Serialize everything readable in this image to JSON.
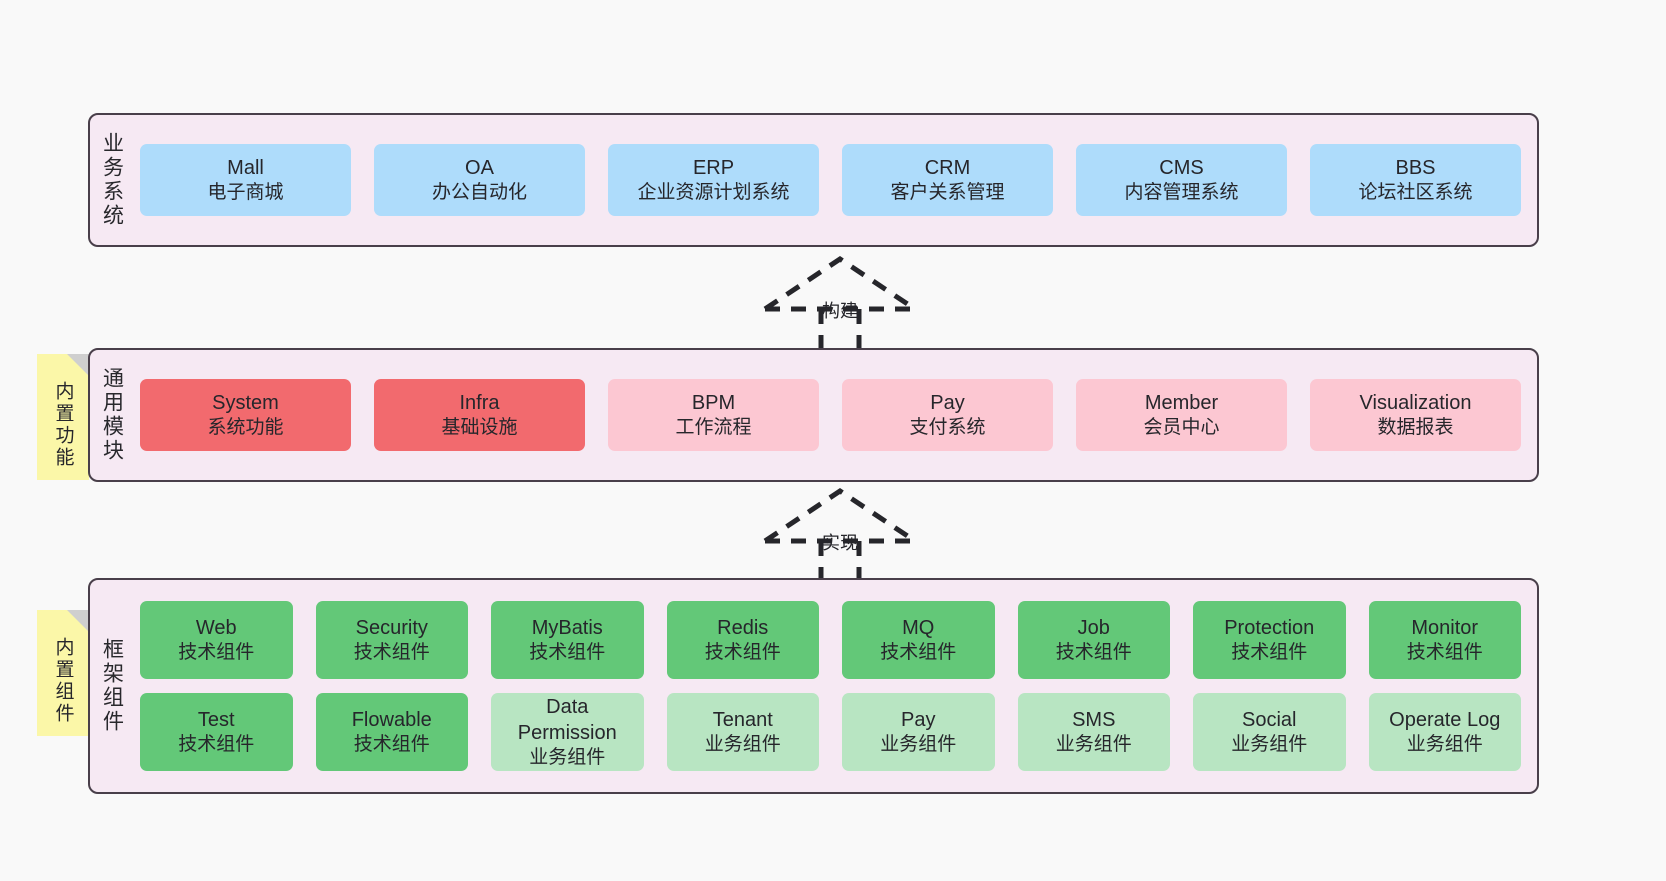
{
  "page": {
    "background": "#f9f9f9",
    "border_color": "#493f4a",
    "container_background": "#f6e9f3"
  },
  "palette": {
    "blue": "#aedcfb",
    "red": "#f26a6e",
    "pink": "#fcc7d2",
    "green": "#63c878",
    "light_green": "#b8e5c2",
    "note_yellow": "#fbf7a8",
    "note_fold": "#cfcfcf"
  },
  "layers": {
    "business": {
      "title": "业务系统",
      "cards": [
        {
          "en": "Mall",
          "cn": "电子商城",
          "color": "blue"
        },
        {
          "en": "OA",
          "cn": "办公自动化",
          "color": "blue"
        },
        {
          "en": "ERP",
          "cn": "企业资源计划系统",
          "color": "blue"
        },
        {
          "en": "CRM",
          "cn": "客户关系管理",
          "color": "blue"
        },
        {
          "en": "CMS",
          "cn": "内容管理系统",
          "color": "blue"
        },
        {
          "en": "BBS",
          "cn": "论坛社区系统",
          "color": "blue"
        }
      ]
    },
    "common": {
      "title": "通用模块",
      "note": "内置功能",
      "cards": [
        {
          "en": "System",
          "cn": "系统功能",
          "color": "red"
        },
        {
          "en": "Infra",
          "cn": "基础设施",
          "color": "red"
        },
        {
          "en": "BPM",
          "cn": "工作流程",
          "color": "pink"
        },
        {
          "en": "Pay",
          "cn": "支付系统",
          "color": "pink"
        },
        {
          "en": "Member",
          "cn": "会员中心",
          "color": "pink"
        },
        {
          "en": "Visualization",
          "cn": "数据报表",
          "color": "pink"
        }
      ]
    },
    "framework": {
      "title": "框架组件",
      "note": "内置组件",
      "row1": [
        {
          "en": "Web",
          "cn": "技术组件",
          "color": "green"
        },
        {
          "en": "Security",
          "cn": "技术组件",
          "color": "green"
        },
        {
          "en": "MyBatis",
          "cn": "技术组件",
          "color": "green"
        },
        {
          "en": "Redis",
          "cn": "技术组件",
          "color": "green"
        },
        {
          "en": "MQ",
          "cn": "技术组件",
          "color": "green"
        },
        {
          "en": "Job",
          "cn": "技术组件",
          "color": "green"
        },
        {
          "en": "Protection",
          "cn": "技术组件",
          "color": "green"
        },
        {
          "en": "Monitor",
          "cn": "技术组件",
          "color": "green"
        }
      ],
      "row2": [
        {
          "en": "Test",
          "cn": "技术组件",
          "color": "green"
        },
        {
          "en": "Flowable",
          "cn": "技术组件",
          "color": "green"
        },
        {
          "en": "Data Permission",
          "cn": "业务组件",
          "color": "light_green"
        },
        {
          "en": "Tenant",
          "cn": "业务组件",
          "color": "light_green"
        },
        {
          "en": "Pay",
          "cn": "业务组件",
          "color": "light_green"
        },
        {
          "en": "SMS",
          "cn": "业务组件",
          "color": "light_green"
        },
        {
          "en": "Social",
          "cn": "业务组件",
          "color": "light_green"
        },
        {
          "en": "Operate Log",
          "cn": "业务组件",
          "color": "light_green"
        }
      ]
    }
  },
  "arrows": [
    {
      "name": "build",
      "label": "构建"
    },
    {
      "name": "realize",
      "label": "实现"
    }
  ]
}
